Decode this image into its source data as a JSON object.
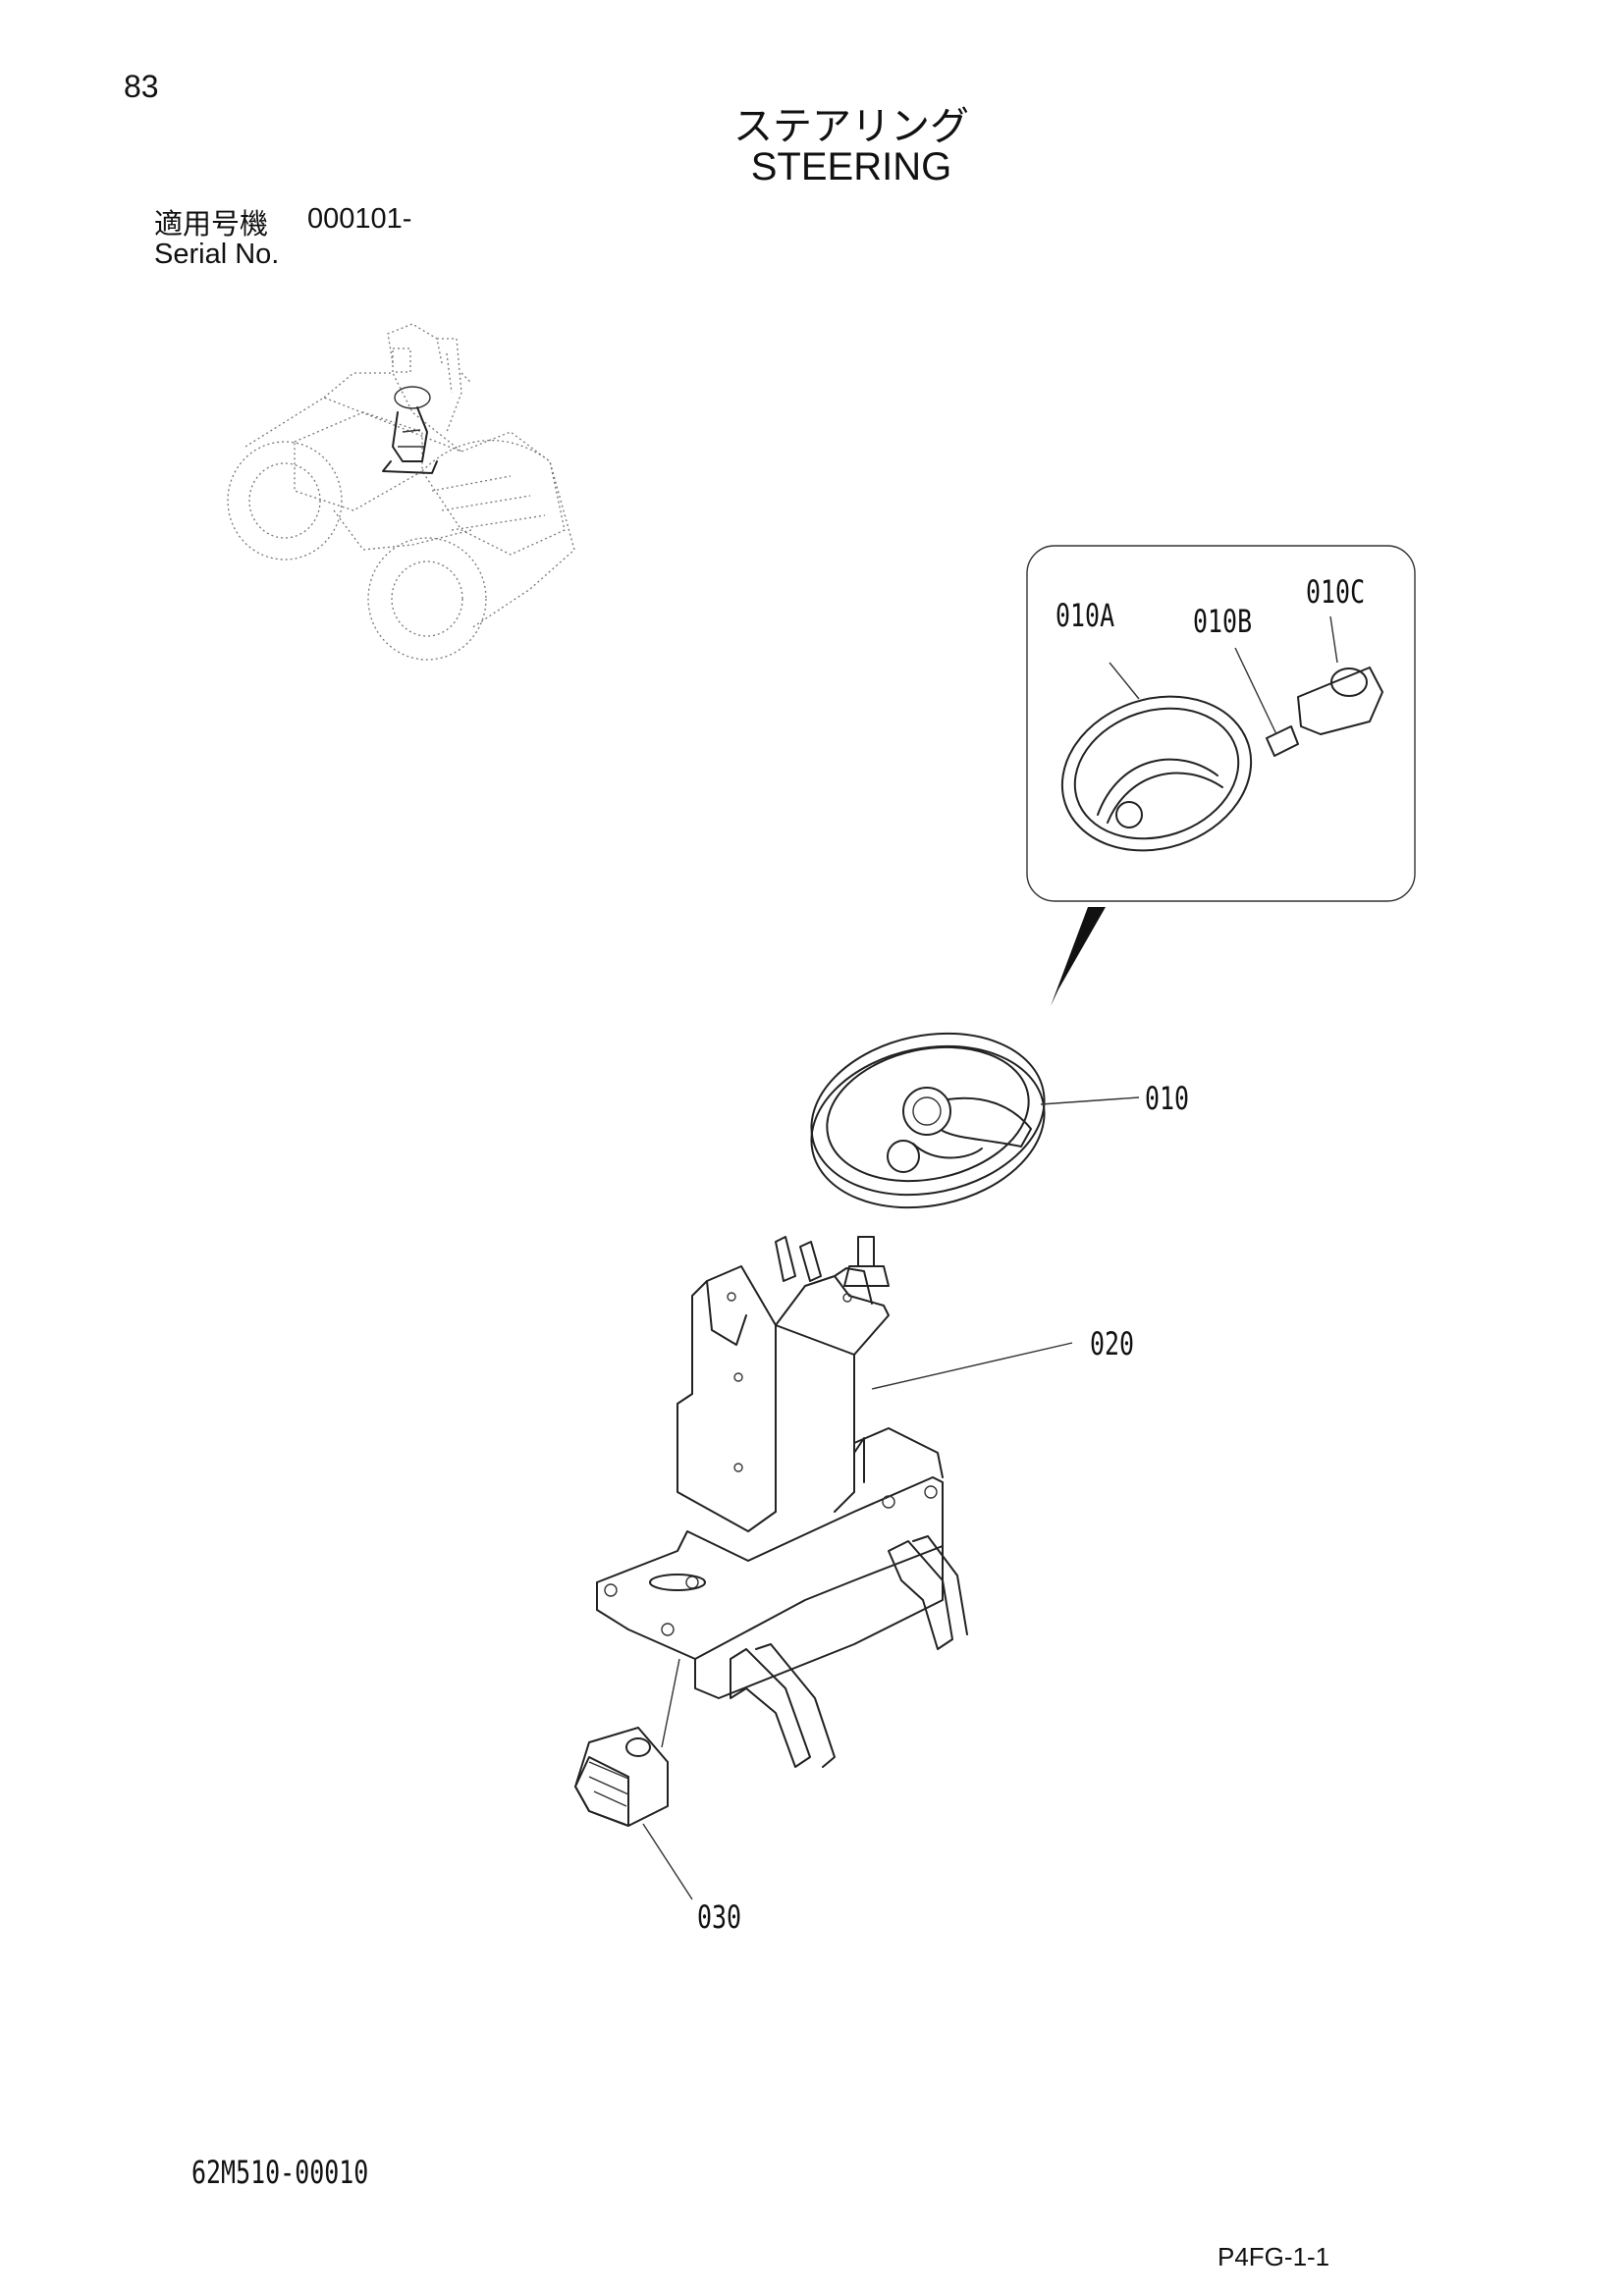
{
  "header": {
    "page_number": "83",
    "title_jp": "ステアリング",
    "title_en": "STEERING"
  },
  "serial": {
    "label_jp": "適用号機",
    "value": "000101-",
    "label_en": "Serial No."
  },
  "callouts": {
    "c010": "010",
    "c010A": "010A",
    "c010B": "010B",
    "c010C": "010C",
    "c020": "020",
    "c030": "030"
  },
  "footer": {
    "doc_code": "62M510-00010",
    "page_code": "P4FG-1-1"
  }
}
